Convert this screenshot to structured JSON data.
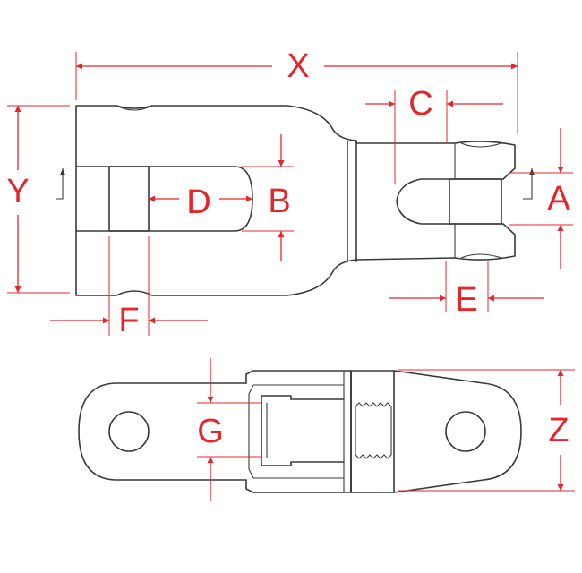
{
  "colors": {
    "dimension": "#e8242b",
    "outline": "#3a3a3a",
    "background": "#ffffff"
  },
  "labels": {
    "x": "X",
    "y": "Y",
    "c": "C",
    "d": "D",
    "b": "B",
    "a": "A",
    "e": "E",
    "f": "F",
    "g": "G",
    "z": "Z"
  }
}
